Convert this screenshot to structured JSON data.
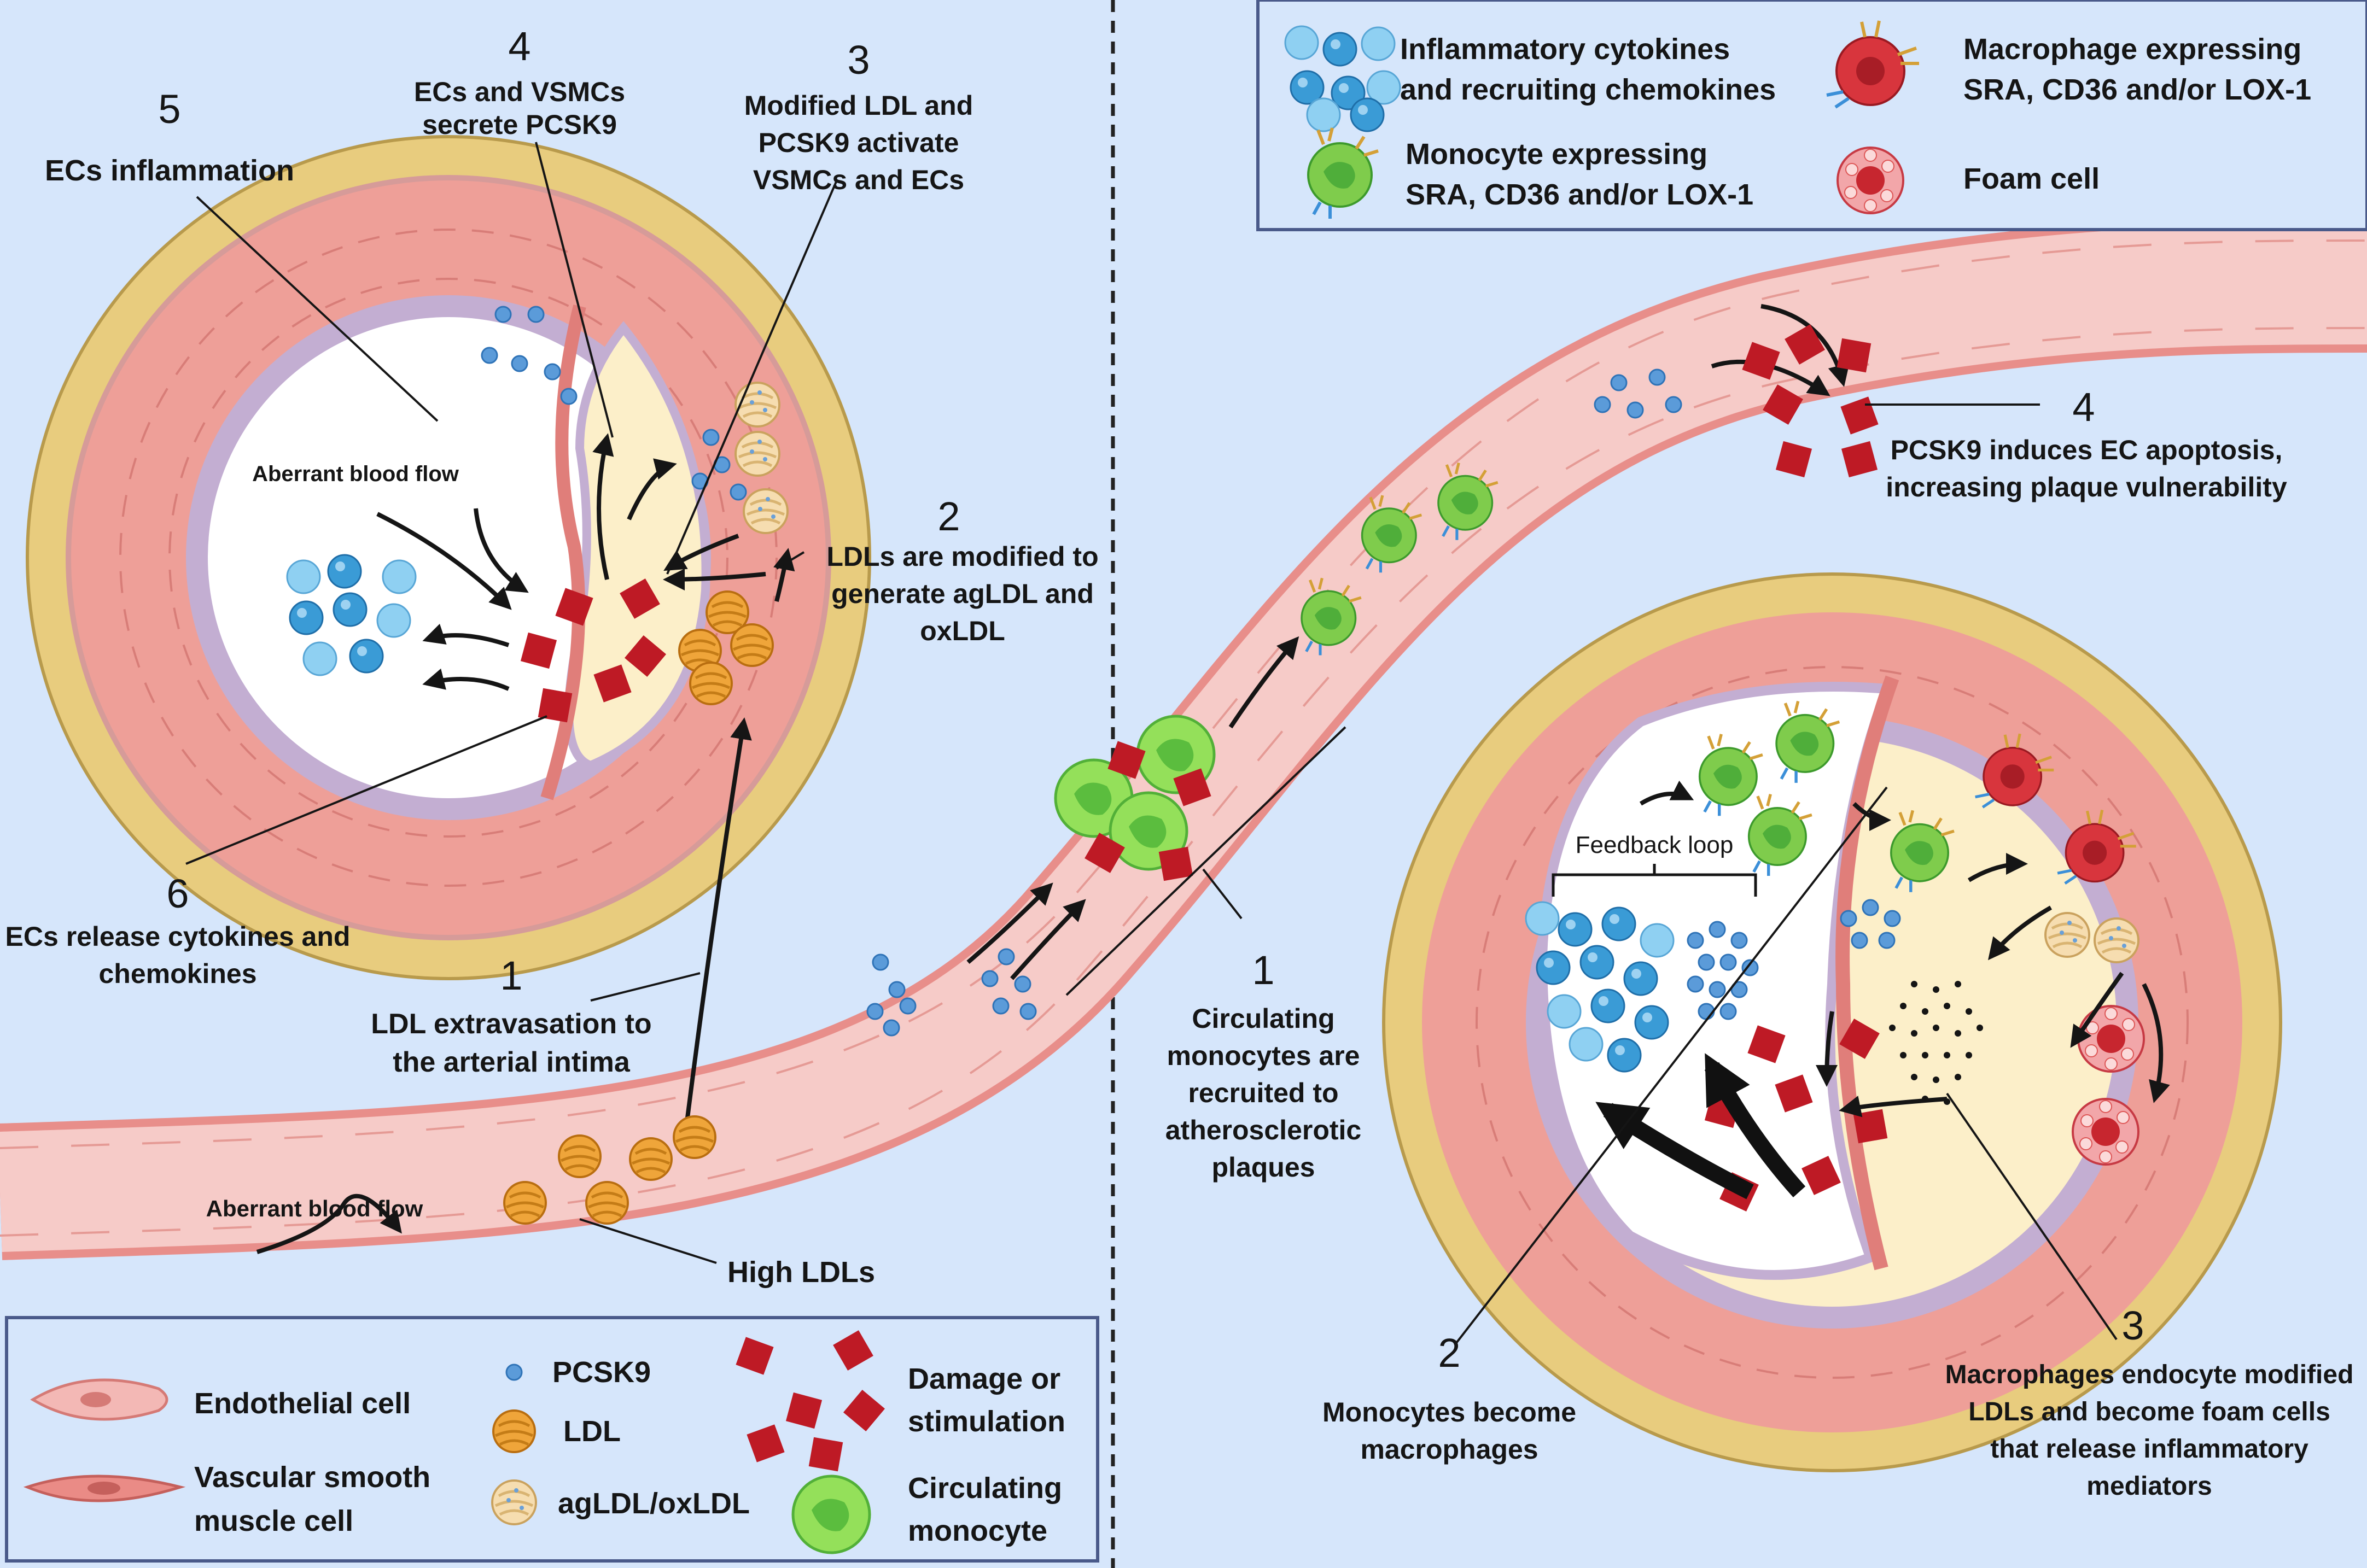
{
  "left_panel": {
    "steps": [
      {
        "number": "5",
        "lines": [
          "ECs inflammation"
        ]
      },
      {
        "number": "4",
        "lines": [
          "ECs and VSMCs",
          "secrete PCSK9"
        ]
      },
      {
        "number": "3",
        "lines": [
          "Modified LDL and",
          "PCSK9 activate",
          "VSMCs and ECs"
        ]
      },
      {
        "number": "2",
        "lines": [
          "LDLs are modified to",
          "generate agLDL and",
          "oxLDL"
        ]
      },
      {
        "number": "6",
        "lines": [
          "ECs release cytokines and",
          "chemokines"
        ]
      },
      {
        "number": "1",
        "lines": [
          "LDL extravasation to",
          "the arterial intima"
        ]
      }
    ],
    "aberrant_flow_inner": "Aberrant blood flow",
    "aberrant_flow_vessel": "Aberrant blood flow",
    "high_ldls": "High LDLs"
  },
  "right_panel": {
    "steps": [
      {
        "number": "4",
        "lines": [
          "PCSK9 induces EC apoptosis,",
          "increasing plaque vulnerability"
        ]
      },
      {
        "number": "1",
        "lines": [
          "Circulating",
          "monocytes are",
          "recruited to",
          "atherosclerotic",
          "plaques"
        ]
      },
      {
        "number": "2",
        "lines": [
          "Monocytes become",
          "macrophages"
        ]
      },
      {
        "number": "3",
        "lines": [
          "Macrophages endocyte modified",
          "LDLs and become foam cells",
          "that release inflammatory",
          "mediators"
        ]
      }
    ],
    "feedback_loop": "Feedback loop"
  },
  "legend_top": {
    "items": [
      {
        "icon": "cytokine-cluster-icon",
        "lines": [
          "Inflammatory cytokines",
          "and recruiting chemokines"
        ]
      },
      {
        "icon": "macrophage-icon",
        "lines": [
          "Macrophage expressing",
          "SRA, CD36 and/or LOX-1"
        ]
      },
      {
        "icon": "monocyte-receptor-icon",
        "lines": [
          "Monocyte expressing",
          "SRA, CD36 and/or LOX-1"
        ]
      },
      {
        "icon": "foam-cell-icon",
        "lines": [
          "Foam cell"
        ]
      }
    ]
  },
  "legend_bottom": {
    "items": [
      {
        "icon": "endothelial-cell-icon",
        "lines": [
          "Endothelial cell"
        ]
      },
      {
        "icon": "vsmc-icon",
        "lines": [
          "Vascular smooth",
          "muscle cell"
        ]
      },
      {
        "icon": "pcsk9-icon",
        "lines": [
          "PCSK9"
        ]
      },
      {
        "icon": "ldl-icon",
        "lines": [
          "LDL"
        ]
      },
      {
        "icon": "agldl-oxldl-icon",
        "lines": [
          "agLDL/oxLDL"
        ]
      },
      {
        "icon": "damage-icon",
        "lines": [
          "Damage or",
          "stimulation"
        ]
      },
      {
        "icon": "circulating-monocyte-icon",
        "lines": [
          "Circulating",
          "monocyte"
        ]
      }
    ]
  },
  "colors": {
    "background": "#d6e6fb",
    "adventitia": "#e8cc7e",
    "media": "#ee9f98",
    "intima": "#c3aed2",
    "vessel": "#f6cbc8",
    "plaque": "#fcefc9",
    "damage": "#be1a25",
    "ldl": "#efa53a",
    "pcsk9": "#5b9bd9",
    "monocyte": "#7fcc4c",
    "macrophage": "#d8353d"
  }
}
